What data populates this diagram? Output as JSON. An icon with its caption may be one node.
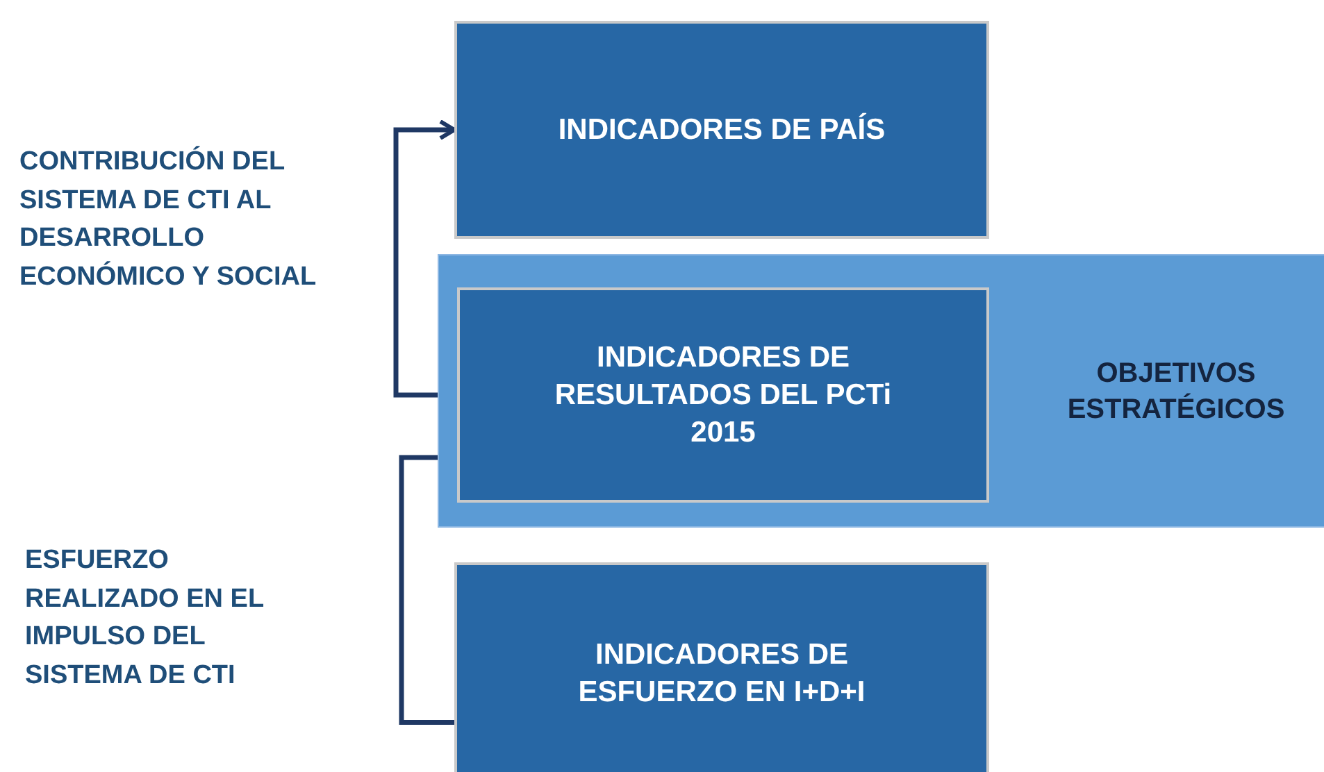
{
  "diagram": {
    "nodes": [
      {
        "text": [
          "INDICADORES DE PAÍS"
        ]
      },
      {
        "text": [
          "OBJETIVOS ESTRATÉGICOS"
        ]
      },
      {
        "text": [
          "INDICADORES DE RESULTADOS DEL PCTi 2015"
        ],
        "in": 1
      },
      {
        "text": [
          "INDICADORES DE ESFUERZO EN I+D+I"
        ]
      }
    ],
    "edges": [
      {
        "from": 2,
        "to": 0,
        "arrow": "to"
      },
      {
        "from": 3,
        "to": 2,
        "arrow": "to"
      }
    ],
    "labels": [
      "CONTRIBUCIÓN DEL SISTEMA DE CTI AL DESARROLLO ECONÓMICO Y SOCIAL",
      "ESFUERZO REALIZADO EN EL IMPULSO DEL SISTEMA DE CTI"
    ]
  }
}
